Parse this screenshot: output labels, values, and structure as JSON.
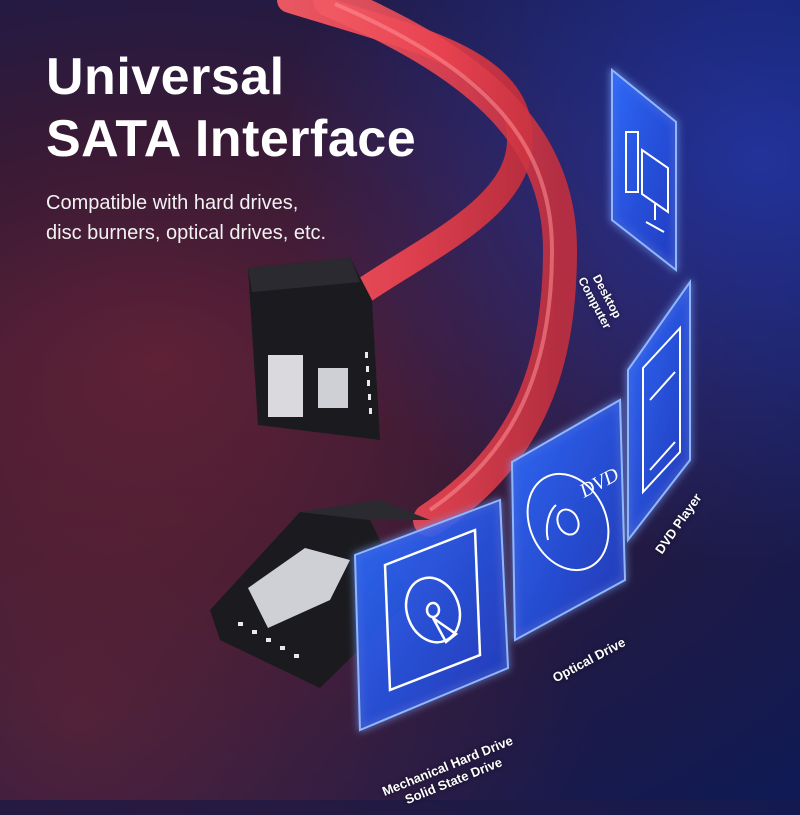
{
  "headline": {
    "line1": "Universal",
    "line2": "SATA Interface"
  },
  "subline": {
    "line1": "Compatible with hard drives,",
    "line2": "disc burners, optical drives, etc."
  },
  "devices": {
    "desktop": {
      "line1": "Desktop",
      "line2": "Computer",
      "icon": "desktop-computer-icon"
    },
    "dvd_player": {
      "label": "DVD Player",
      "icon": "dvd-player-icon"
    },
    "optical_drive": {
      "label": "Optical Drive",
      "icon": "optical-disc-icon",
      "disc_text": "DVD"
    },
    "hard_drive": {
      "line1": "Mechanical Hard Drive",
      "line2": "Solid State Drive",
      "icon": "hard-drive-icon"
    }
  },
  "colors": {
    "cable": "#e8424f",
    "connector": "#1b1b1f",
    "panel_glow": "#3f8cff",
    "text": "#ffffff"
  }
}
